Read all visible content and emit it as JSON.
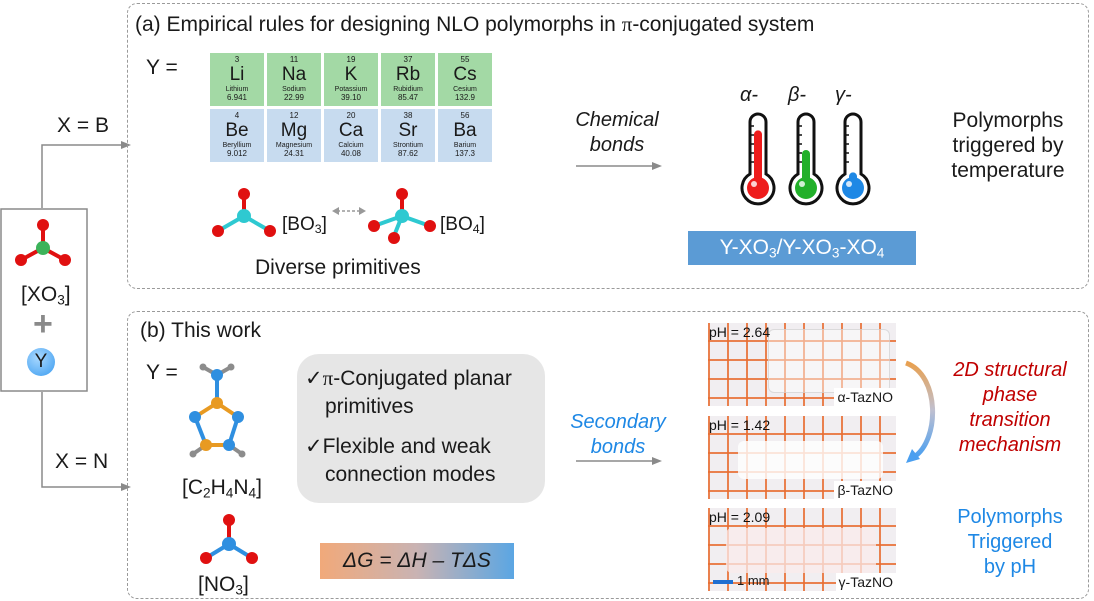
{
  "left_box": {
    "xo3_label": "[XO",
    "xo3_sub": "3",
    "xo3_close": "]",
    "plus": "+",
    "y_label": "Y",
    "branch_top": "X = B",
    "branch_bottom": "X = N"
  },
  "panel_a": {
    "title_prefix": "(a) Empirical rules for designing NLO polymorphs in ",
    "title_pi": "π",
    "title_suffix": "-conjugated system",
    "y_equals": "Y =",
    "elements": [
      {
        "number": "3",
        "symbol": "Li",
        "name": "Lithium",
        "mass": "6.941",
        "group": "alkali"
      },
      {
        "number": "11",
        "symbol": "Na",
        "name": "Sodium",
        "mass": "22.99",
        "group": "alkali"
      },
      {
        "number": "19",
        "symbol": "K",
        "name": "Potassium",
        "mass": "39.10",
        "group": "alkali"
      },
      {
        "number": "37",
        "symbol": "Rb",
        "name": "Rubidium",
        "mass": "85.47",
        "group": "alkali"
      },
      {
        "number": "55",
        "symbol": "Cs",
        "name": "Cesium",
        "mass": "132.9",
        "group": "alkali"
      },
      {
        "number": "4",
        "symbol": "Be",
        "name": "Beryllium",
        "mass": "9.012",
        "group": "alkaline-earth"
      },
      {
        "number": "12",
        "symbol": "Mg",
        "name": "Magnesium",
        "mass": "24.31",
        "group": "alkaline-earth"
      },
      {
        "number": "20",
        "symbol": "Ca",
        "name": "Calcium",
        "mass": "40.08",
        "group": "alkaline-earth"
      },
      {
        "number": "38",
        "symbol": "Sr",
        "name": "Strontium",
        "mass": "87.62",
        "group": "alkaline-earth"
      },
      {
        "number": "56",
        "symbol": "Ba",
        "name": "Barium",
        "mass": "137.3",
        "group": "alkaline-earth"
      }
    ],
    "bo3_label": "[BO",
    "bo3_sub": "3",
    "bo4_label": "[BO",
    "bo4_sub": "4",
    "bracket_close": "]",
    "diverse_primitives": "Diverse primitives",
    "arrow_label_1": "Chemical",
    "arrow_label_2": "bonds",
    "thermometers": [
      {
        "label": "α-",
        "color": "#ee1c1c",
        "fill_level": 0.85
      },
      {
        "label": "β-",
        "color": "#22b02a",
        "fill_level": 0.5
      },
      {
        "label": "γ-",
        "color": "#1e88e5",
        "fill_level": 0.1
      }
    ],
    "formula_parts": [
      "Y-XO",
      "3",
      "/Y-XO",
      "3",
      "-XO",
      "4"
    ],
    "result_1": "Polymorphs",
    "result_2": "triggered by",
    "result_3": "temperature"
  },
  "panel_b": {
    "title": "(b) This work",
    "y_equals": "Y =",
    "c2h4n4": {
      "p1": "[C",
      "s1": "2",
      "p2": "H",
      "s2": "4",
      "p3": "N",
      "s3": "4",
      "p4": "]"
    },
    "no3": {
      "p1": "[NO",
      "s1": "3",
      "p2": "]"
    },
    "checks": [
      {
        "mark": "✓",
        "line1_pi": "π",
        "line1": "-Conjugated planar",
        "line2": "primitives"
      },
      {
        "mark": "✓",
        "line1": "Flexible and weak",
        "line2": "connection modes"
      }
    ],
    "gibbs": "ΔG = ΔH – TΔS",
    "arrow_label_1": "Secondary",
    "arrow_label_2": "bonds",
    "photos": [
      {
        "ph": "pH = 2.64",
        "tag": "α-TazNO"
      },
      {
        "ph": "pH = 1.42",
        "tag": "β-TazNO"
      },
      {
        "ph": "pH = 2.09",
        "tag": "γ-TazNO",
        "scale": "1 mm"
      }
    ],
    "mechanism": [
      "2D structural",
      "phase",
      "transition",
      "mechanism"
    ],
    "result": [
      "Polymorphs",
      "Triggered",
      "by pH"
    ]
  },
  "colors": {
    "oxygen": "#e01010",
    "boron": "#2ec9d1",
    "x_atom": "#3cb35a",
    "nitrogen": "#2f8fe0",
    "carbon": "#e89a22",
    "hydrogen": "#8c8c8c",
    "mechanism_red": "#c00000",
    "secondary_blue": "#1e88e5"
  }
}
